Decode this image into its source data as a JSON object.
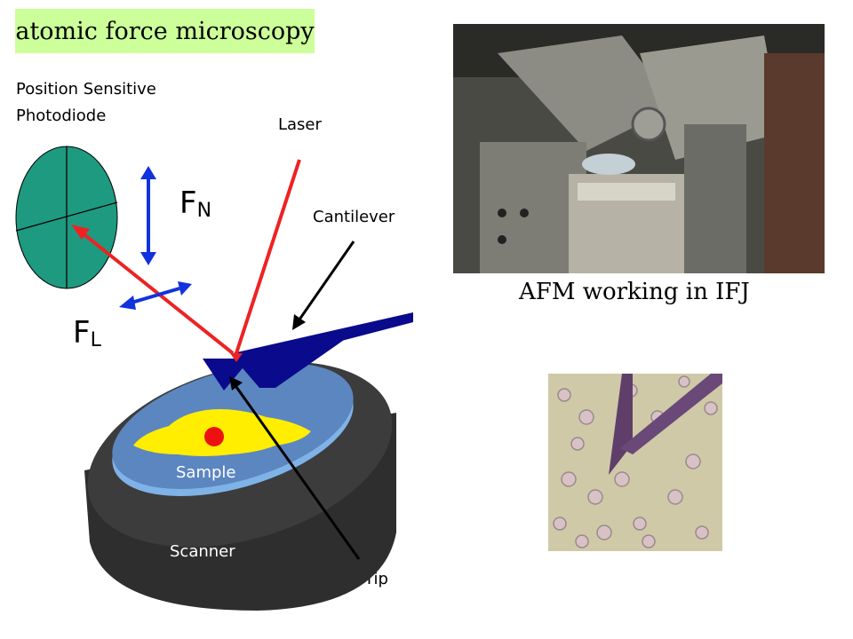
{
  "title": "atomic force microscopy",
  "photodiode": {
    "label_line1": "Position Sensitive",
    "label_line2": "Photodiode"
  },
  "laser_label": "Laser",
  "cantilever_label": "Cantilever",
  "tip_label": "Tip",
  "sample_label": "Sample",
  "scanner_label": "Scanner",
  "normal_force": {
    "main": "F",
    "sub": "N"
  },
  "lateral_force": {
    "main": "F",
    "sub": "L"
  },
  "photo_caption": "AFM working in IFJ",
  "colors": {
    "title_bg": "#ccff99",
    "laser": "#ee2222",
    "force_arrow": "#1133dd",
    "cantilever": "#0a0a8c",
    "photodiode": "#1e9a80",
    "sample_yellow": "#ffee00",
    "sample_disc": "#5b86c0"
  }
}
